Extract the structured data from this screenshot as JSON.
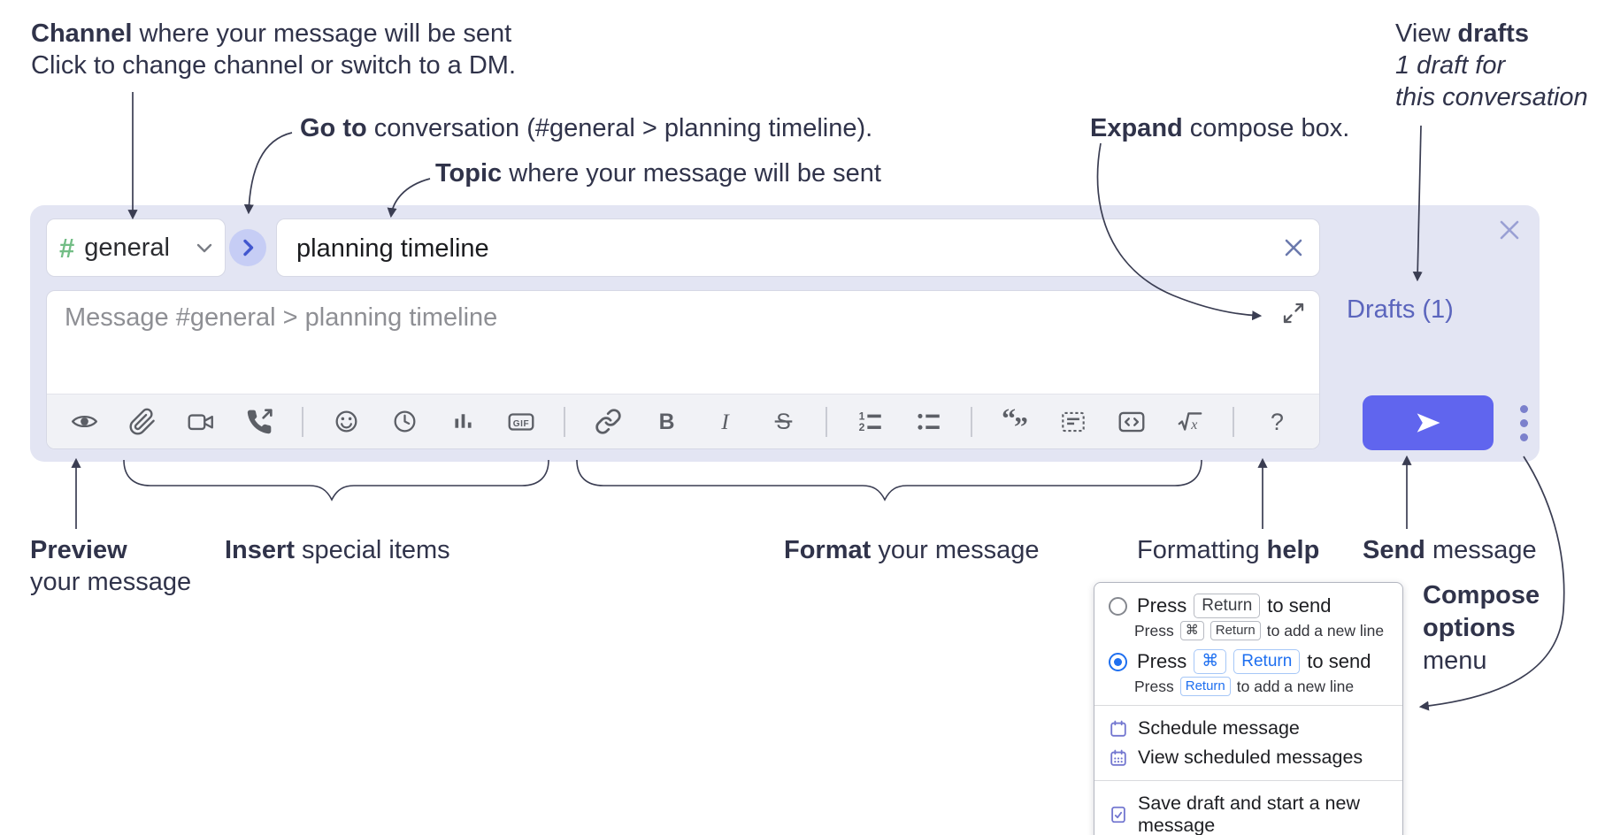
{
  "annotations": {
    "channel": {
      "bold": "Channel",
      "rest": " where your message will be sent",
      "line2": "Click to change channel or switch to a DM."
    },
    "goto": {
      "bold": "Go to",
      "rest": " conversation (#general > planning timeline)."
    },
    "topic": {
      "bold": "Topic",
      "rest": " where your message will be sent"
    },
    "expand": {
      "bold": "Expand",
      "rest": " compose box."
    },
    "drafts": {
      "line1_pre": "View ",
      "line1_bold": "drafts",
      "line2": "1 draft for",
      "line3": "this conversation"
    },
    "preview": {
      "bold": "Preview",
      "line2": "your message"
    },
    "insert": {
      "bold": "Insert",
      "rest": " special items"
    },
    "format": {
      "bold": "Format",
      "rest": " your message"
    },
    "help": {
      "pre": "Formatting ",
      "bold": "help"
    },
    "send": {
      "bold": "Send",
      "rest": " message"
    },
    "compose_options": {
      "line1": "Compose",
      "line2": "options",
      "line3": "menu"
    }
  },
  "compose": {
    "channel_name": "general",
    "topic_value": "planning timeline",
    "message_placeholder": "Message #general > planning timeline",
    "drafts_link": "Drafts (1)"
  },
  "toolbar": {
    "groups": [
      [
        "preview-eye",
        "attach-paperclip",
        "video-call",
        "audio-call"
      ],
      [
        "emoji",
        "time",
        "poll",
        "gif"
      ],
      [
        "link",
        "bold",
        "italic",
        "strikethrough"
      ],
      [
        "numbered-list",
        "bulleted-list"
      ],
      [
        "quote",
        "spoiler",
        "code",
        "math"
      ],
      [
        "help"
      ]
    ]
  },
  "menu": {
    "options": [
      {
        "name": "press-return-to-send",
        "selected": false,
        "main": [
          {
            "t": "Press"
          },
          {
            "k": "Return"
          },
          {
            "t": "to send"
          }
        ],
        "sub": [
          {
            "t": "Press"
          },
          {
            "k": "⌘"
          },
          {
            "k": "Return"
          },
          {
            "t": "to add a new line"
          }
        ]
      },
      {
        "name": "press-cmd-return-to-send",
        "selected": true,
        "main": [
          {
            "t": "Press"
          },
          {
            "k": "⌘",
            "blue": true
          },
          {
            "k": "Return",
            "blue": true
          },
          {
            "t": "to send"
          }
        ],
        "sub": [
          {
            "t": "Press"
          },
          {
            "k": "Return",
            "blue": true
          },
          {
            "t": "to add a new line"
          }
        ]
      }
    ],
    "items": [
      {
        "name": "schedule-message",
        "icon": "calendar",
        "label": "Schedule message"
      },
      {
        "name": "view-scheduled-messages",
        "icon": "calendar-dots",
        "label": "View scheduled messages"
      },
      {
        "name": "save-draft-new-message",
        "icon": "draft-save",
        "label": "Save draft and start a new message",
        "divider_before": true
      }
    ]
  },
  "icons": {
    "standalone": [
      "hash-icon",
      "chevron-down-icon",
      "chevron-right-icon",
      "clear-x-icon",
      "close-x-icon",
      "expand-arrows-icon",
      "send-plane-icon",
      "ellipsis-icon"
    ]
  },
  "colors": {
    "compose_bg": "#e3e5f3",
    "accent_send": "#6065ee",
    "hash_green": "#72bd85",
    "drafts_link": "#5b65bd",
    "radio_blue": "#1e6ff0",
    "menu_icon_purple": "#7377d0",
    "annotation_ink": "#30334a",
    "toolbar_icon": "#5c5f66"
  }
}
